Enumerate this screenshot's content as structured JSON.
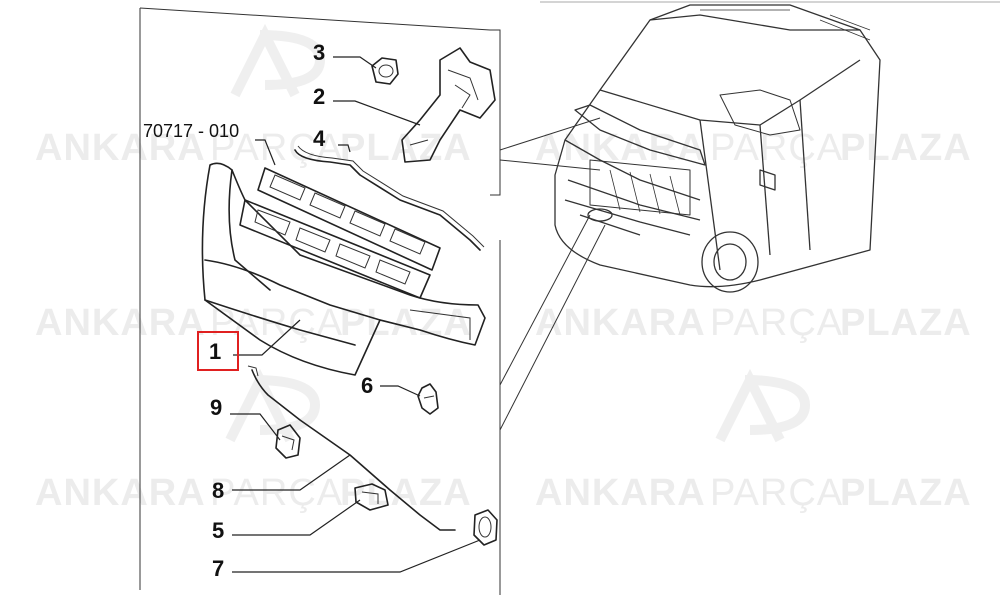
{
  "watermark": {
    "word1": "ANKARA",
    "word2": "PARÇA",
    "word3": "PLAZA",
    "logo_text": "AP"
  },
  "reference_code": "70717 - 010",
  "highlighted_callout": "1",
  "highlight_color": "#e02020",
  "callouts": [
    "1",
    "2",
    "3",
    "4",
    "5",
    "6",
    "7",
    "8",
    "9"
  ]
}
